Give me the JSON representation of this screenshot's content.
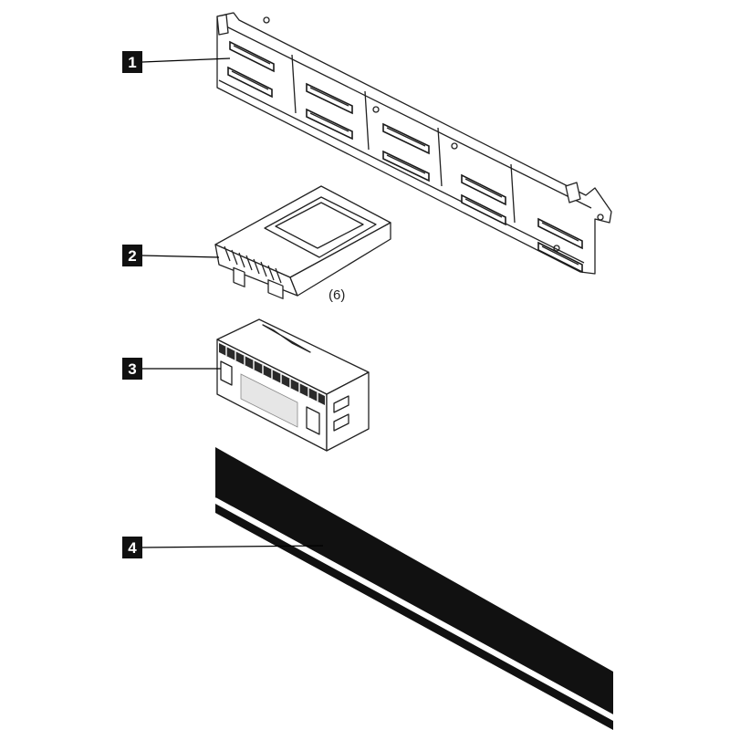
{
  "callouts": [
    {
      "label": "1"
    },
    {
      "label": "2"
    },
    {
      "label": "3"
    },
    {
      "label": "4"
    }
  ],
  "quantity_note": "(6)",
  "colors": {
    "callout_bg": "#111111",
    "line": "#222222",
    "cable": "#111111",
    "background": "#ffffff"
  },
  "parts": [
    {
      "callout": "1",
      "icon": "backplane-icon"
    },
    {
      "callout": "2",
      "icon": "drive-filler-icon"
    },
    {
      "callout": "3",
      "icon": "drive-bay-filler-icon"
    },
    {
      "callout": "4",
      "icon": "signal-cable-icon"
    }
  ]
}
